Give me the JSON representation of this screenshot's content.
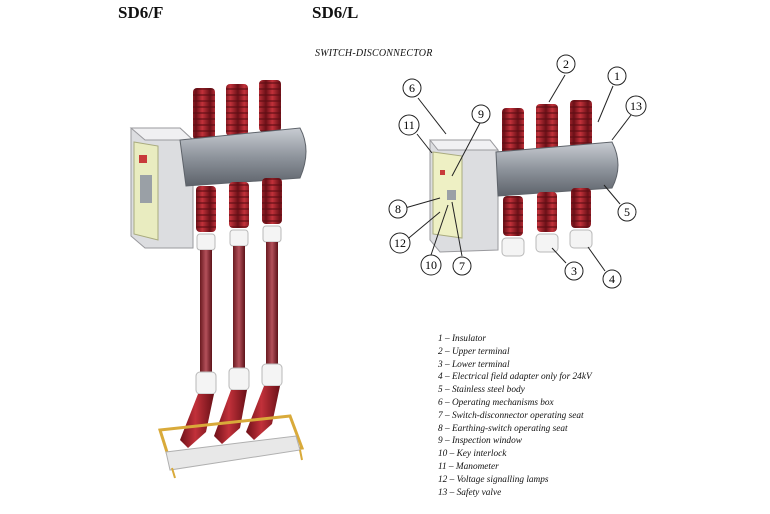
{
  "titles": {
    "left": "SD6/F",
    "right": "SD6/L"
  },
  "subtitle": "SWITCH-DISCONNECTOR",
  "callouts": [
    "1",
    "2",
    "3",
    "4",
    "5",
    "6",
    "7",
    "8",
    "9",
    "10",
    "11",
    "12",
    "13"
  ],
  "legend": [
    "1 – Insulator",
    "2 – Upper terminal",
    "3 – Lower terminal",
    "4 – Electrical field adapter only for 24kV",
    "5 – Stainless steel body",
    "6 – Operating mechanisms box",
    "7 – Switch-disconnector operating seat",
    "8 – Earthing-switch operating seat",
    "9 – Inspection window",
    "10 – Key interlock",
    "11 – Manometer",
    "12 – Voltage signalling lamps",
    "13 – Safety valve"
  ],
  "colors": {
    "insulator": "#a3232b",
    "body": "#8f949c",
    "box": "#e7e7e9",
    "panel": "#eef0c4",
    "frame": "#e0b84a"
  }
}
